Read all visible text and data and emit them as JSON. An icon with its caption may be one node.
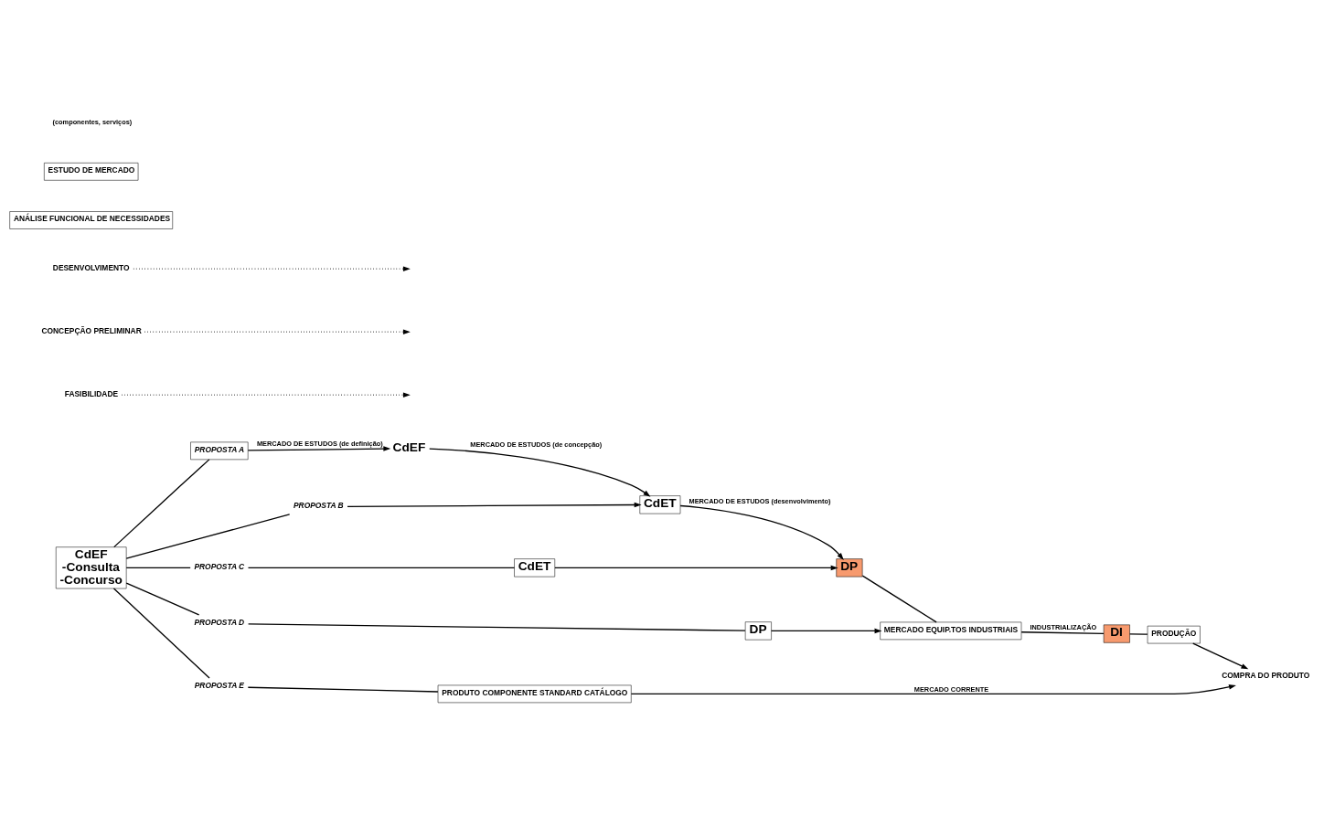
{
  "diagram": {
    "nodes": [
      {
        "text": [
          "CdEF"
        ]
      },
      {
        "text": [
          "CdET"
        ]
      },
      {
        "text": [
          "DP"
        ]
      },
      {
        "text": [
          "PROPOSTA A"
        ]
      },
      {
        "text": [
          "FASIBILIDADE"
        ]
      },
      {
        "text": [
          "CONCEPÇÃO PRELIMINAR"
        ]
      },
      {
        "text": [
          "DESENVOLVIMENTO"
        ]
      },
      {
        "text": [
          "CdEF",
          "-Consulta",
          "-Concurso"
        ]
      },
      {
        "text": [
          "PROPOSTA B"
        ]
      },
      {
        "text": [
          "PROPOSTA C"
        ]
      },
      {
        "text": [
          "CdET"
        ]
      },
      {
        "text": [
          "PROPOSTA D"
        ]
      },
      {
        "text": [
          "DP"
        ]
      },
      {
        "text": [
          "MERCADO EQUIP.TOS INDUSTRIAIS"
        ]
      },
      {
        "text": [
          "PROPOSTA E"
        ]
      },
      {
        "text": [
          "ANÁLISE FUNCIONAL DE NECESSIDADES"
        ]
      },
      {
        "text": [
          "DI"
        ]
      },
      {
        "text": [
          "PRODUTO COMPONENTE STANDARD CATÁLOGO"
        ]
      },
      {
        "text": [
          "PRODUÇÃO"
        ]
      },
      {
        "text": [
          "ESTUDO DE MERCADO"
        ]
      },
      {
        "text": [
          "COMPRA DO PRODUTO"
        ]
      }
    ],
    "edges": [
      {
        "from": 7,
        "to": 3,
        "arrow": "none"
      },
      {
        "from": 3,
        "to": 0,
        "arrow": "to",
        "label": "MERCADO DE ESTUDOS (de definição)"
      },
      {
        "from": 4,
        "to": null,
        "arrow": "to",
        "style": "dashed"
      },
      {
        "from": 0,
        "to": 1,
        "arrow": "to",
        "label": "MERCADO DE ESTUDOS (de concepção)"
      },
      {
        "from": 7,
        "to": 8,
        "arrow": "none"
      },
      {
        "from": 8,
        "to": 1,
        "arrow": "to"
      },
      {
        "from": 5,
        "to": null,
        "arrow": "to",
        "style": "dashed"
      },
      {
        "from": 1,
        "to": 2,
        "arrow": "to",
        "label": "MERCADO DE ESTUDOS (desenvolvimento)"
      },
      {
        "from": 7,
        "to": 9,
        "arrow": "none"
      },
      {
        "from": 9,
        "to": 10,
        "arrow": "none"
      },
      {
        "from": 10,
        "to": 2,
        "arrow": "to"
      },
      {
        "from": 6,
        "to": null,
        "arrow": "to",
        "style": "dashed"
      },
      {
        "from": 7,
        "to": 11,
        "arrow": "none"
      },
      {
        "from": 11,
        "to": 12,
        "arrow": "none"
      },
      {
        "from": 12,
        "to": 13,
        "arrow": "to"
      },
      {
        "from": 2,
        "to": 13,
        "arrow": "none"
      },
      {
        "from": 7,
        "to": 14,
        "arrow": "none"
      },
      {
        "from": 14,
        "to": 17,
        "arrow": "none"
      },
      {
        "from": 13,
        "to": 16,
        "arrow": "none",
        "label": "INDUSTRIALIZAÇÃO"
      },
      {
        "from": 16,
        "to": 18,
        "arrow": "none"
      },
      {
        "from": 18,
        "to": 20,
        "arrow": "to"
      },
      {
        "from": 17,
        "to": 20,
        "arrow": "to",
        "label": "MERCADO CORRENTE"
      }
    ],
    "labels": [
      "(componentes, serviços)"
    ]
  }
}
